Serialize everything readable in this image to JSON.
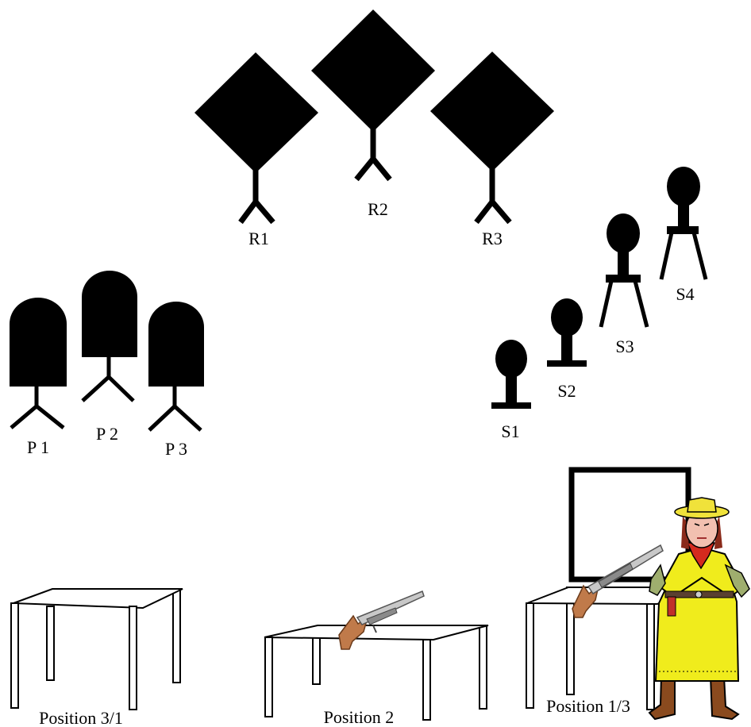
{
  "rifle_targets": {
    "r1": "R1",
    "r2": "R2",
    "r3": "R3"
  },
  "pistol_targets": {
    "p1": "P 1",
    "p2": "P 2",
    "p3": "P 3"
  },
  "shotgun_targets": {
    "s1": "S1",
    "s2": "S2",
    "s3": "S3",
    "s4": "S4"
  },
  "positions": {
    "left": "Position 3/1",
    "middle": "Position 2",
    "right": "Position 1/3"
  },
  "colors": {
    "target_fill": "#000000",
    "rifle_stock": "#c07a4a",
    "rifle_barrel": "#c8c8c8",
    "cowgirl_dress": "#f0ec1c",
    "cowgirl_hat": "#f0e23a",
    "cowgirl_boots": "#8a4a1e",
    "cowgirl_gloves": "#9fae6e",
    "cowgirl_bandana": "#d42a1e",
    "cowgirl_skin": "#f2c0b0",
    "cowgirl_hair": "#8a2a1a"
  }
}
